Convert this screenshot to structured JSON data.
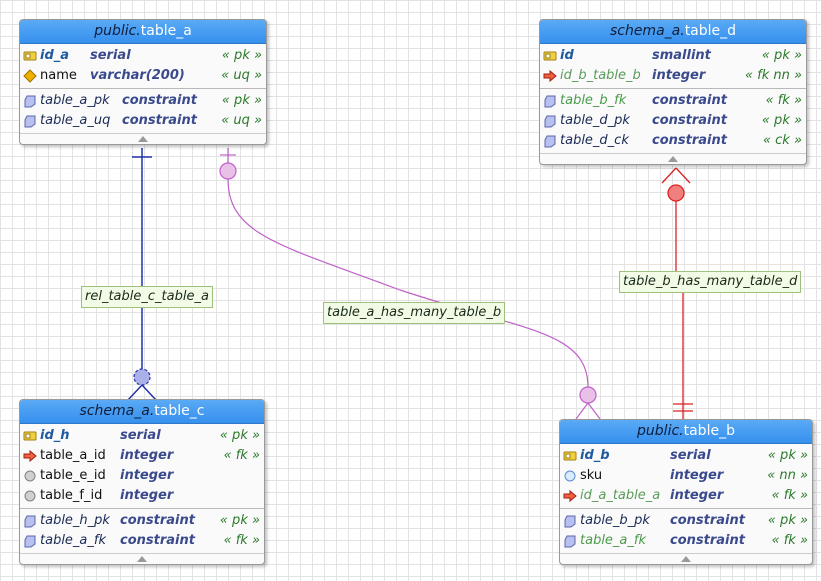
{
  "tables": {
    "table_a": {
      "schema": "public.",
      "name": "table_a",
      "columns": [
        {
          "icon": "pk-key-icon",
          "name": "id_a",
          "type": "serial",
          "key": "« pk »",
          "kind": "pk"
        },
        {
          "icon": "unique-diamond-icon",
          "name": "name",
          "type": "varchar(200)",
          "key": "« uq »",
          "kind": "plain"
        }
      ],
      "constraints": [
        {
          "name": "table_a_pk",
          "type": "constraint",
          "key": "« pk »",
          "kind": "con"
        },
        {
          "name": "table_a_uq",
          "type": "constraint",
          "key": "« uq »",
          "kind": "con"
        }
      ]
    },
    "table_d": {
      "schema": "schema_a.",
      "name": "table_d",
      "columns": [
        {
          "icon": "pk-key-icon",
          "name": "id",
          "type": "smallint",
          "key": "« pk »",
          "kind": "pk"
        },
        {
          "icon": "fk-arrow-icon",
          "name": "id_b_table_b",
          "type": "integer",
          "key": "« fk nn »",
          "kind": "fk"
        }
      ],
      "constraints": [
        {
          "name": "table_b_fk",
          "type": "constraint",
          "key": "« fk »",
          "kind": "fkcon"
        },
        {
          "name": "table_d_pk",
          "type": "constraint",
          "key": "« pk »",
          "kind": "con"
        },
        {
          "name": "table_d_ck",
          "type": "constraint",
          "key": "« ck »",
          "kind": "con"
        }
      ]
    },
    "table_c": {
      "schema": "schema_a.",
      "name": "table_c",
      "columns": [
        {
          "icon": "pk-key-icon",
          "name": "id_h",
          "type": "serial",
          "key": "« pk »",
          "kind": "pk"
        },
        {
          "icon": "fk-arrow-icon",
          "name": "table_a_id",
          "type": "integer",
          "key": "« fk »",
          "kind": "plain"
        },
        {
          "icon": "gray-circle-icon",
          "name": "table_e_id",
          "type": "integer",
          "key": "",
          "kind": "plain"
        },
        {
          "icon": "gray-circle-icon",
          "name": "table_f_id",
          "type": "integer",
          "key": "",
          "kind": "plain"
        }
      ],
      "constraints": [
        {
          "name": "table_h_pk",
          "type": "constraint",
          "key": "« pk »",
          "kind": "con"
        },
        {
          "name": "table_a_fk",
          "type": "constraint",
          "key": "« fk »",
          "kind": "con"
        }
      ]
    },
    "table_b": {
      "schema": "public.",
      "name": "table_b",
      "columns": [
        {
          "icon": "pk-key-icon",
          "name": "id_b",
          "type": "serial",
          "key": "« pk »",
          "kind": "pk"
        },
        {
          "icon": "blue-circle-icon",
          "name": "sku",
          "type": "integer",
          "key": "« nn »",
          "kind": "plain"
        },
        {
          "icon": "fk-arrow-icon",
          "name": "id_a_table_a",
          "type": "integer",
          "key": "« fk »",
          "kind": "fk"
        }
      ],
      "constraints": [
        {
          "name": "table_b_pk",
          "type": "constraint",
          "key": "« pk »",
          "kind": "con"
        },
        {
          "name": "table_a_fk",
          "type": "constraint",
          "key": "« fk »",
          "kind": "fkcon"
        }
      ]
    }
  },
  "relations": {
    "rel_c_a": {
      "label": "rel_table_c_table_a",
      "color": "#2233aa"
    },
    "rel_a_b": {
      "label": "table_a_has_many_table_b",
      "color": "#c060c8"
    },
    "rel_b_d": {
      "label": "table_b_has_many_table_d",
      "color": "#dd2222"
    }
  },
  "colors": {
    "header": "#3690ee",
    "pk_key": "#f0d040",
    "fk_arrow": "#f06040",
    "unique": "#f0b000",
    "constraint": "#b8c0f0"
  }
}
